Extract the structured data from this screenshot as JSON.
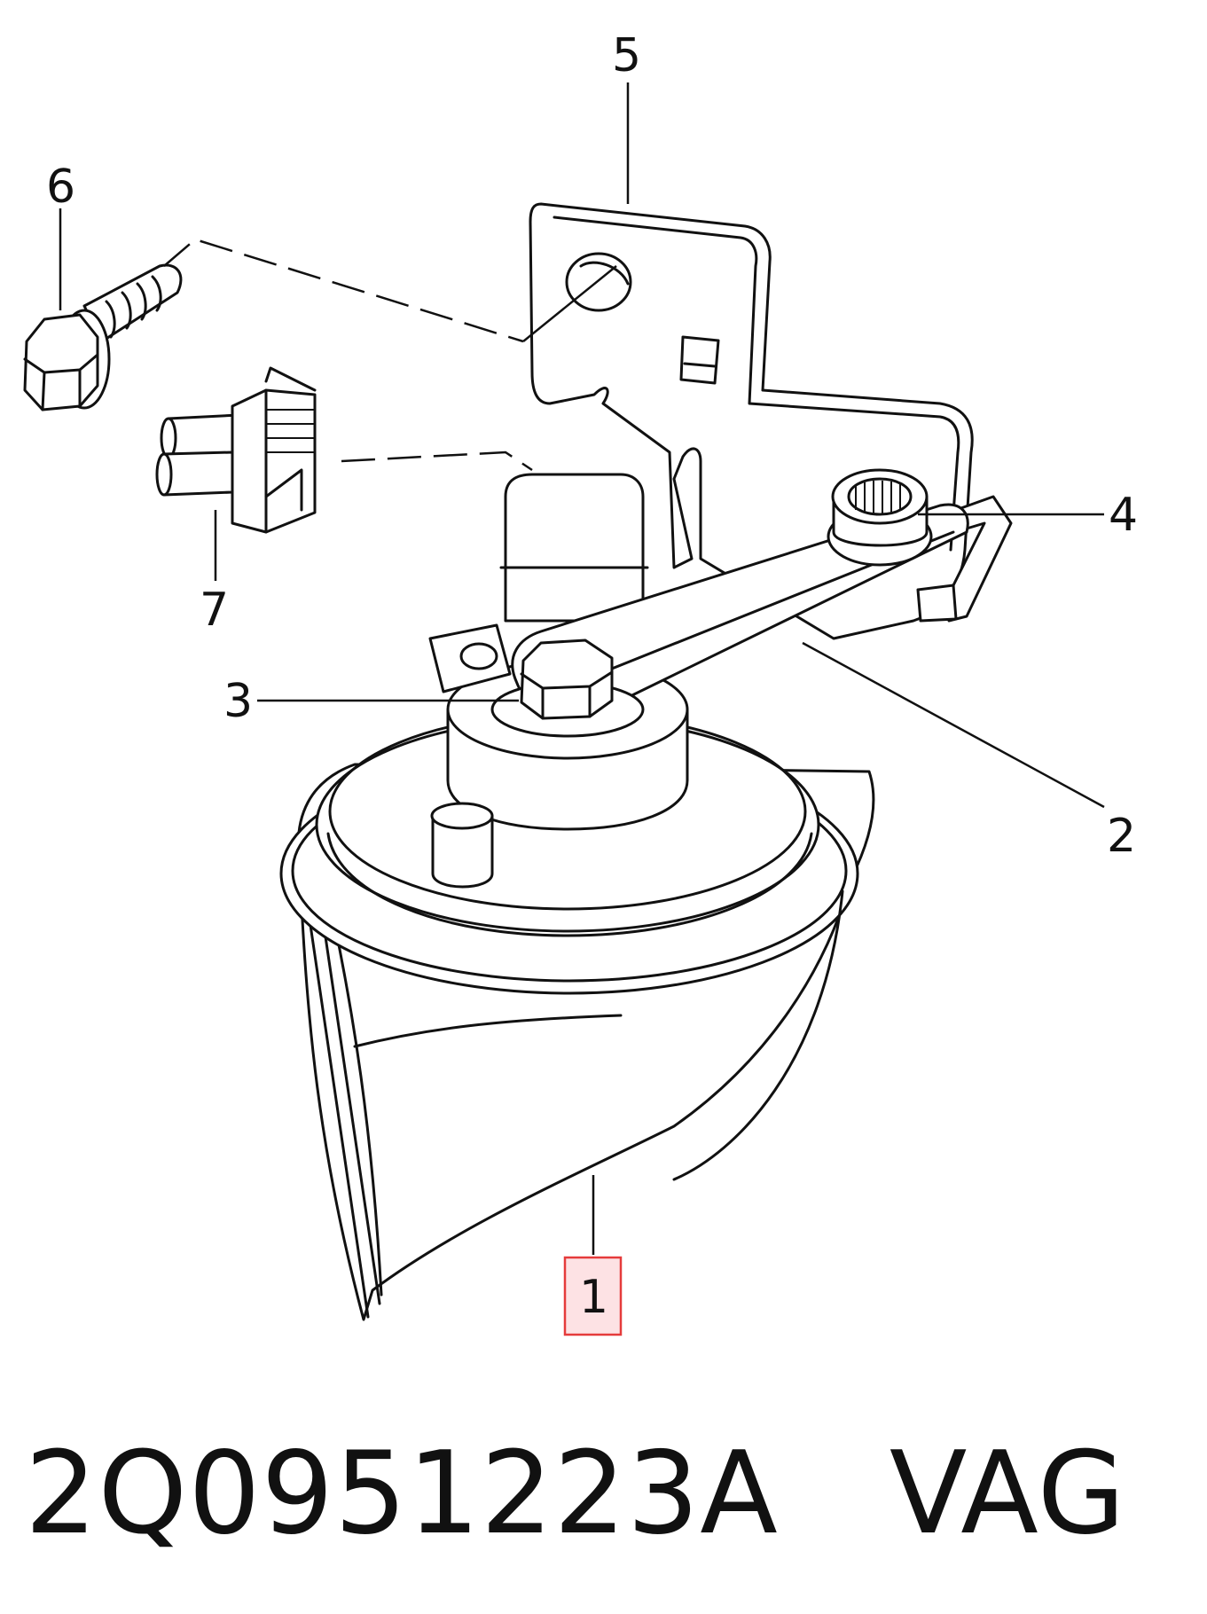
{
  "callouts": {
    "c1": "1",
    "c2": "2",
    "c3": "3",
    "c4": "4",
    "c5": "5",
    "c6": "6",
    "c7": "7"
  },
  "highlighted_callout": "1",
  "highlight_color": "#e53b3b",
  "caption": "2Q0951223A   VAG"
}
